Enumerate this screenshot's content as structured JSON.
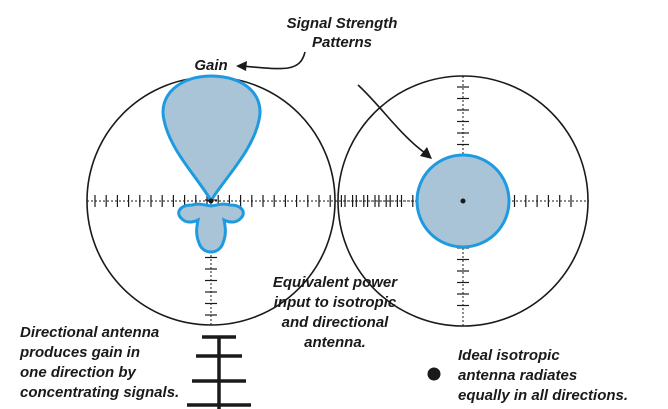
{
  "labels": {
    "signal_strength": "Signal Strength\nPatterns",
    "gain": "Gain",
    "equivalent_power": "Equivalent power\ninput to isotropic\nand directional\nantenna.",
    "directional_caption": "Directional antenna\nproduces gain in\none direction by\nconcentrating signals.",
    "isotropic_caption": "Ideal isotropic\nantenna radiates\nequally in all directions."
  },
  "colors": {
    "fill": "#a9c4d6",
    "outline": "#1e9be0",
    "line": "#1a1a1a",
    "text": "#1a1a1a"
  },
  "icons": {
    "directional_antenna": "yagi-antenna-icon",
    "isotropic_antenna": "dot-antenna-icon"
  }
}
